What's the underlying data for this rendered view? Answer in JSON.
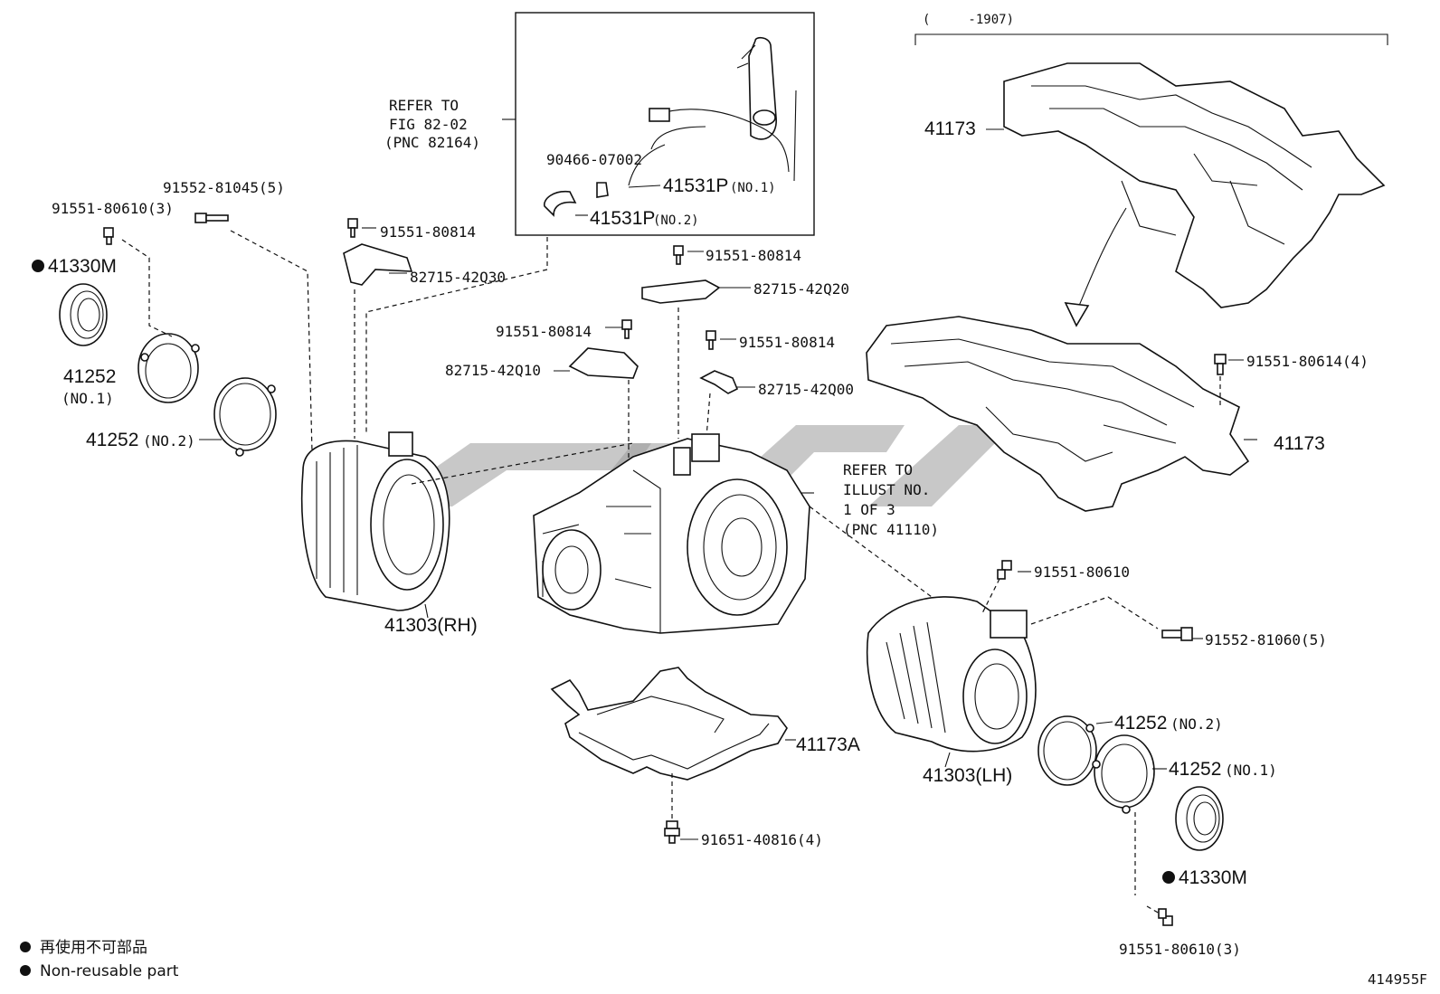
{
  "labels": {
    "range_note": "(　　　-1907)",
    "p41173_top": "41173",
    "p41173_mid": "41173",
    "p41173A": "41173A",
    "p91551_80614": "91551-80614(4)",
    "p91552_81045": "91552-81045(5)",
    "p91551_80610_rh": "91551-80610(3)",
    "p41330M_rh": "41330M",
    "p41252_no1_rh_a": "41252",
    "p41252_no1_rh_b": "(NO.1)",
    "p41252_no2_rh_num": "41252",
    "p41252_no2_rh_suf": "(NO.2)",
    "p41303_rh": "41303(RH)",
    "p91551_80814_a": "91551-80814",
    "p82715_42Q30": "82715-42Q30",
    "p91551_80814_b": "91551-80814",
    "p82715_42Q20": "82715-42Q20",
    "p91551_80814_c": "91551-80814",
    "p82715_42Q10": "82715-42Q10",
    "p91551_80814_d": "91551-80814",
    "p82715_42Q00": "82715-42Q00",
    "p90466_07002": "90466-07002",
    "p41531P_no1_num": "41531P",
    "p41531P_no1_suf": "(NO.1)",
    "p41531P_no2_num": "41531P",
    "p41531P_no2_suf": "(NO.2)",
    "p91551_80610_lh": "91551-80610",
    "p91552_81060": "91552-81060(5)",
    "p41252_no2_lh_num": "41252",
    "p41252_no2_lh_suf": "(NO.2)",
    "p41252_no1_lh_num": "41252",
    "p41252_no1_lh_suf": "(NO.1)",
    "p41303_lh": "41303(LH)",
    "p41330M_lh": "41330M",
    "p91551_80610_3_lh": "91551-80610(3)",
    "p91651_40816": "91651-40816(4)"
  },
  "refer_fig": [
    "REFER TO",
    "FIG 82-02",
    "(PNC 82164)"
  ],
  "refer_illust": [
    "REFER TO",
    "ILLUST NO.",
    "1 OF 3",
    "(PNC 41110)"
  ],
  "legend": {
    "line1": "再使用不可部品",
    "line2": "Non-reusable part"
  },
  "figure_code": "414955F"
}
